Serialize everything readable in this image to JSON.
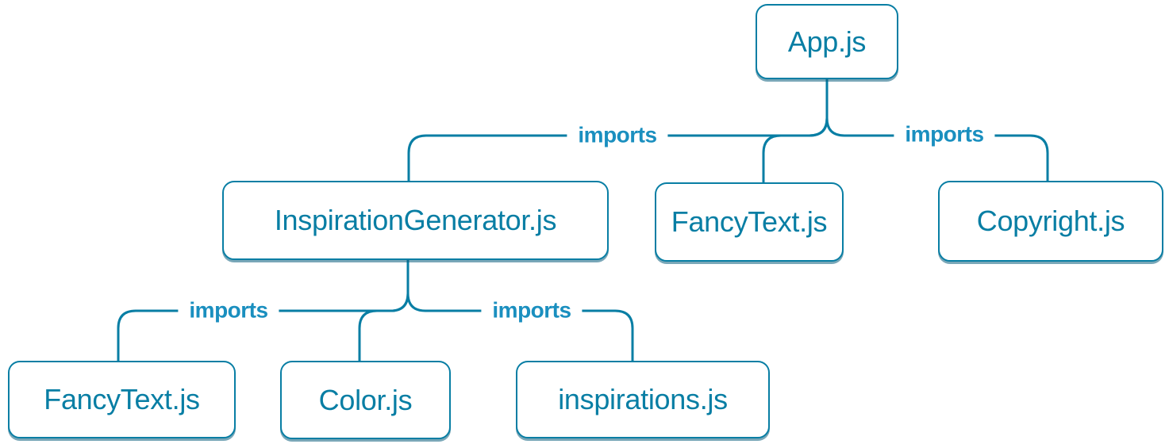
{
  "diagram": {
    "type": "import-tree",
    "colors": {
      "line": "#087ea4",
      "node_border": "#087ea4",
      "node_text": "#087ea4",
      "node_background": "#ffffff",
      "node_shadow": "#0b5e7d",
      "edge_label_text": "#1a8fbf",
      "background": "#ffffff"
    },
    "nodes": {
      "app": {
        "label": "App.js"
      },
      "inspiration_generator": {
        "label": "InspirationGenerator.js"
      },
      "fancy_text_top": {
        "label": "FancyText.js"
      },
      "copyright": {
        "label": "Copyright.js"
      },
      "fancy_text_bottom": {
        "label": "FancyText.js"
      },
      "color": {
        "label": "Color.js"
      },
      "inspirations": {
        "label": "inspirations.js"
      }
    },
    "edges": [
      {
        "from": "App.js",
        "to": "InspirationGenerator.js",
        "label": "imports"
      },
      {
        "from": "App.js",
        "to": "FancyText.js",
        "label": "imports"
      },
      {
        "from": "App.js",
        "to": "Copyright.js",
        "label": "imports"
      },
      {
        "from": "InspirationGenerator.js",
        "to": "FancyText.js",
        "label": "imports"
      },
      {
        "from": "InspirationGenerator.js",
        "to": "Color.js",
        "label": "imports"
      },
      {
        "from": "InspirationGenerator.js",
        "to": "inspirations.js",
        "label": "imports"
      }
    ]
  }
}
